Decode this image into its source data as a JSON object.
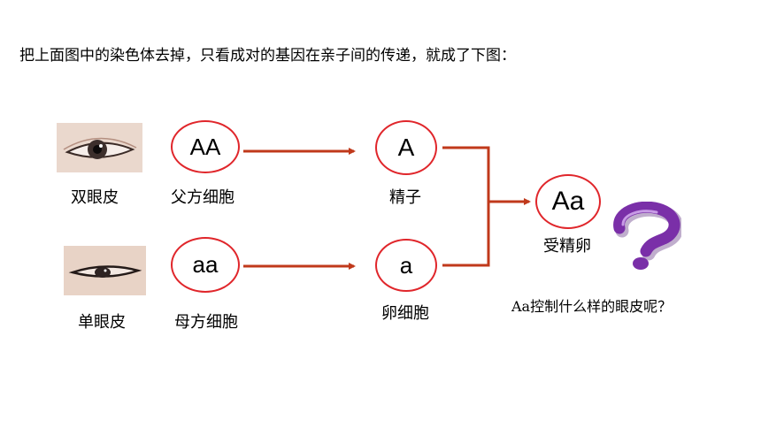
{
  "heading": "把上面图中的染色体去掉，只看成对的基因在亲子间的传递，就成了下图：",
  "parents": {
    "father": {
      "genotype": "AA",
      "cell_label": "父方细胞",
      "trait_label": "双眼皮"
    },
    "mother": {
      "genotype": "aa",
      "cell_label": "母方细胞",
      "trait_label": "单眼皮"
    }
  },
  "gametes": {
    "sperm": {
      "genotype": "A",
      "label": "精子"
    },
    "egg": {
      "genotype": "a",
      "label": "卵细胞"
    }
  },
  "zygote": {
    "genotype": "Aa",
    "label": "受精卵"
  },
  "question": "Aa控制什么样的眼皮呢？",
  "colors": {
    "circle_border": "#e0262b",
    "arrow": "#c0391b",
    "question_mark": "#7a2fa8"
  }
}
